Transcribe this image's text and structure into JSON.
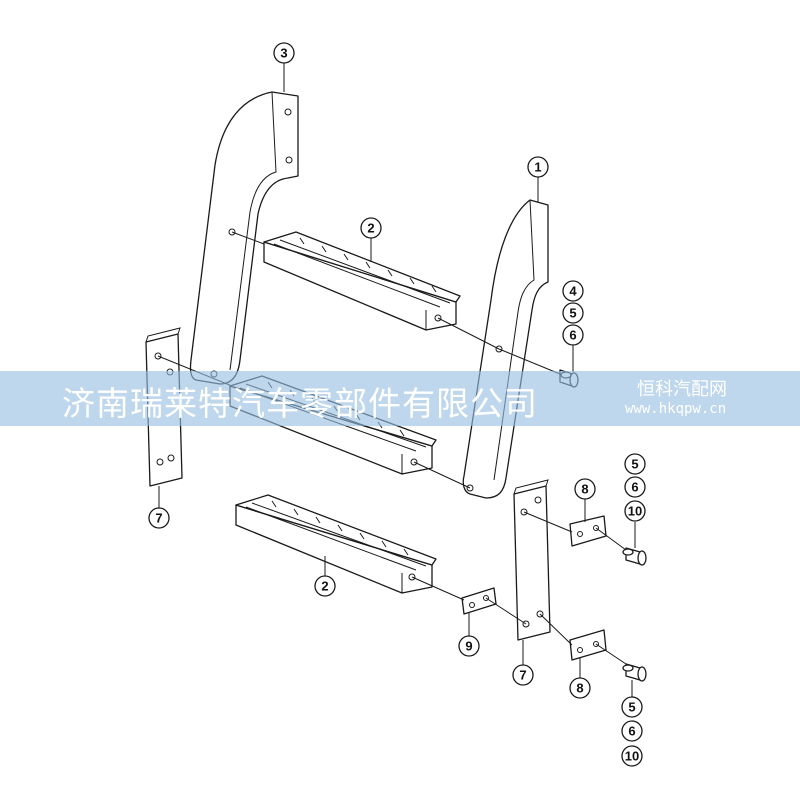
{
  "callouts": [
    {
      "label": "3"
    },
    {
      "label": "1"
    },
    {
      "label": "2"
    },
    {
      "label": "4"
    },
    {
      "label": "5"
    },
    {
      "label": "6"
    },
    {
      "label": "7"
    },
    {
      "label": "5"
    },
    {
      "label": "6"
    },
    {
      "label": "10"
    },
    {
      "label": "8"
    },
    {
      "label": "2"
    },
    {
      "label": "9"
    },
    {
      "label": "7"
    },
    {
      "label": "8"
    },
    {
      "label": "5"
    },
    {
      "label": "6"
    },
    {
      "label": "10"
    }
  ],
  "watermark": {
    "main_text": "济南瑞莱特汽车零部件有限公司",
    "brand_text": "恒科汽配网",
    "url_text": "www.hkqpw.cn",
    "band_color": "#96bee1"
  }
}
